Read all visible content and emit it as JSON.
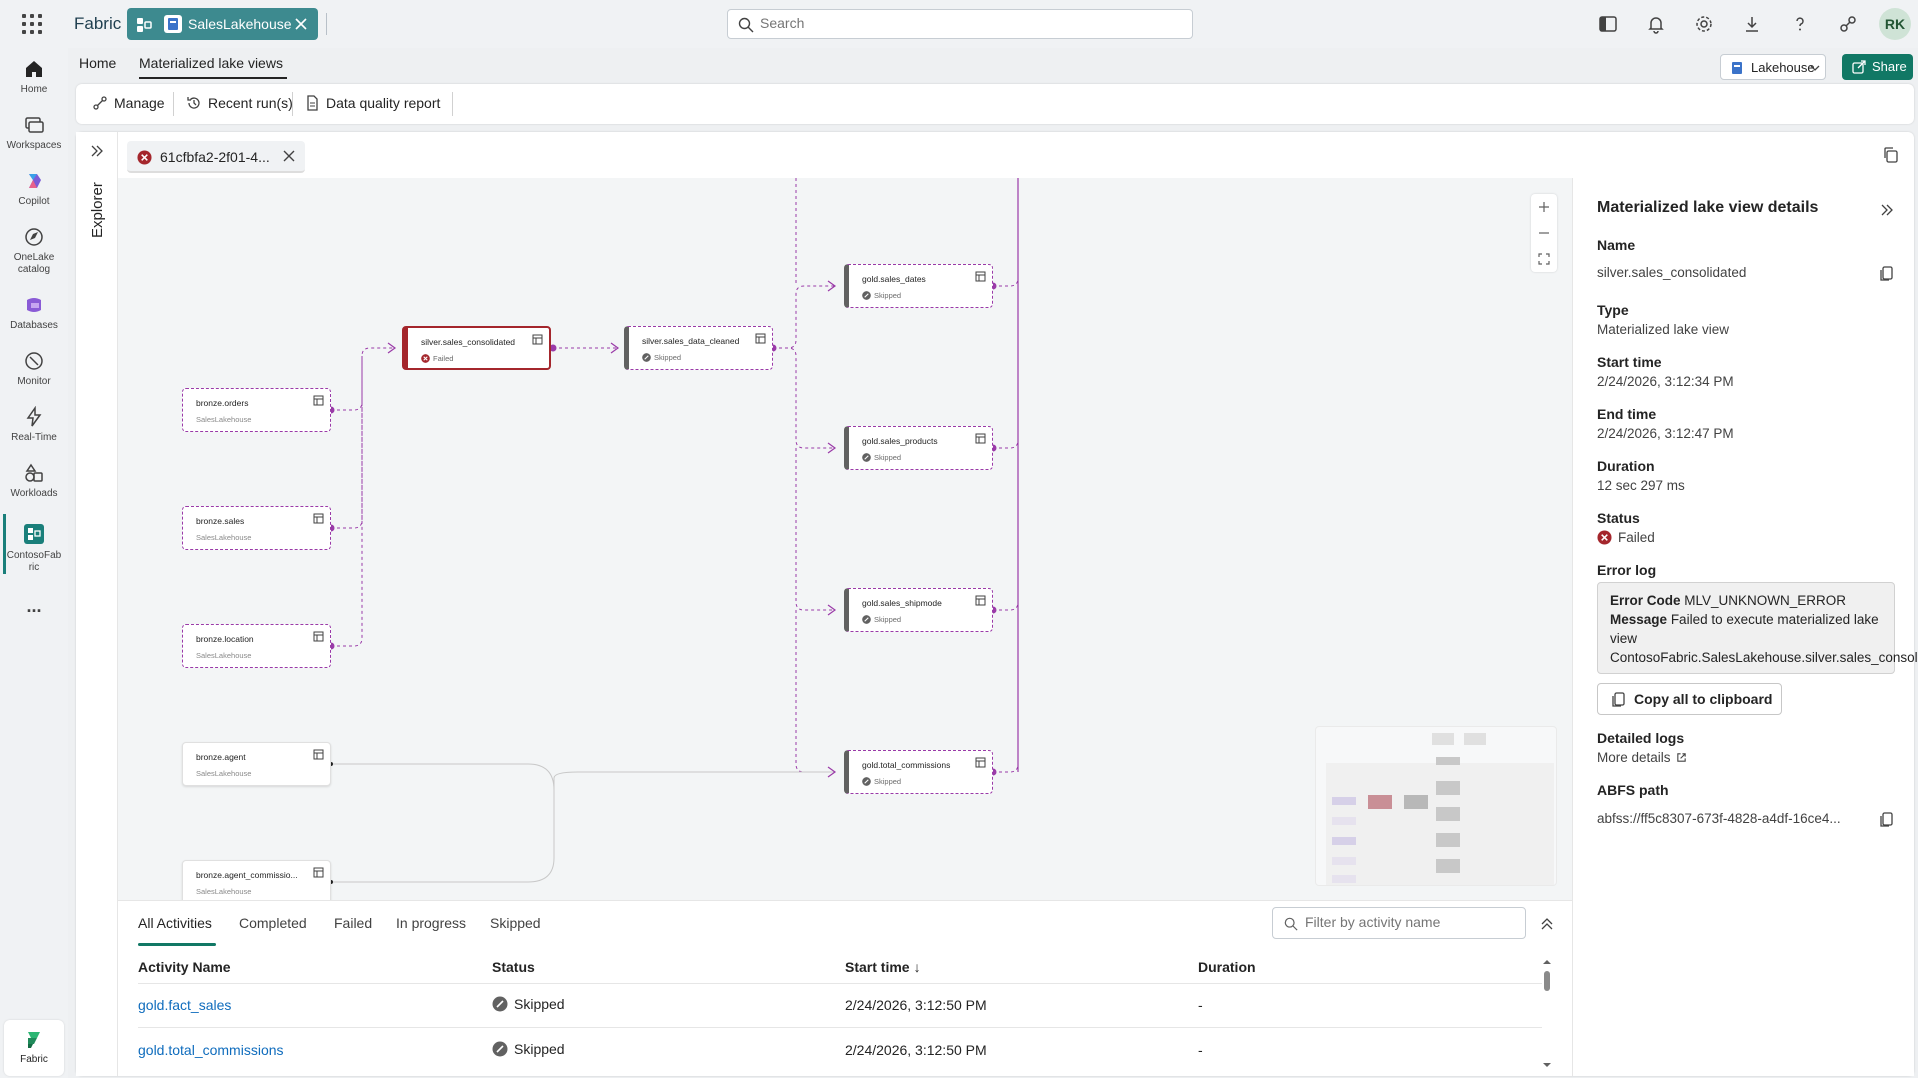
{
  "topbar": {
    "brand": "Fabric",
    "workspace_pill": "SalesLakehouse",
    "search_placeholder": "Search",
    "avatar_initials": "RK"
  },
  "rail": {
    "items": [
      {
        "label": "Home"
      },
      {
        "label": "Workspaces"
      },
      {
        "label": "Copilot"
      },
      {
        "label": "OneLake catalog"
      },
      {
        "label": "Databases"
      },
      {
        "label": "Monitor"
      },
      {
        "label": "Real-Time"
      },
      {
        "label": "Workloads"
      },
      {
        "label": "ContosoFabric"
      }
    ],
    "more": "...",
    "bottom_label": "Fabric"
  },
  "page_tabs": {
    "home": "Home",
    "mlv": "Materialized lake views"
  },
  "header_actions": {
    "lakehouse": "Lakehouse",
    "share": "Share"
  },
  "toolbar": {
    "manage": "Manage",
    "recent_runs": "Recent run(s)",
    "dq_report": "Data quality report"
  },
  "explorer_label": "Explorer",
  "run_tab_label": "61cfbfa2-2f01-4...",
  "graph": {
    "nodes": [
      {
        "id": "bronze_orders",
        "name": "bronze.orders",
        "sub": "SalesLakehouse"
      },
      {
        "id": "bronze_sales",
        "name": "bronze.sales",
        "sub": "SalesLakehouse"
      },
      {
        "id": "bronze_location",
        "name": "bronze.location",
        "sub": "SalesLakehouse"
      },
      {
        "id": "bronze_agent",
        "name": "bronze.agent",
        "sub": "SalesLakehouse"
      },
      {
        "id": "bronze_agent_comm",
        "name": "bronze.agent_commissio...",
        "sub": "SalesLakehouse"
      },
      {
        "id": "silver_consolidated",
        "name": "silver.sales_consolidated",
        "status": "Failed"
      },
      {
        "id": "silver_cleaned",
        "name": "silver.sales_data_cleaned",
        "status": "Skipped"
      },
      {
        "id": "gold_dates",
        "name": "gold.sales_dates",
        "status": "Skipped"
      },
      {
        "id": "gold_products",
        "name": "gold.sales_products",
        "status": "Skipped"
      },
      {
        "id": "gold_shipmode",
        "name": "gold.sales_shipmode",
        "status": "Skipped"
      },
      {
        "id": "gold_total_comm",
        "name": "gold.total_commissions",
        "status": "Skipped"
      }
    ]
  },
  "details": {
    "title": "Materialized lake view details",
    "name_label": "Name",
    "name_value": "silver.sales_consolidated",
    "type_label": "Type",
    "type_value": "Materialized lake view",
    "start_label": "Start time",
    "start_value": "2/24/2026, 3:12:34 PM",
    "end_label": "End time",
    "end_value": "2/24/2026, 3:12:47 PM",
    "duration_label": "Duration",
    "duration_value": "12 sec 297 ms",
    "status_label": "Status",
    "status_value": "Failed",
    "error_log_label": "Error log",
    "error_code_label": "Error Code",
    "error_code_value": "MLV_UNKNOWN_ERROR",
    "message_label": "Message",
    "message_value": "Failed to execute materialized lake view ContosoFabric.SalesLakehouse.silver.sales_consolidated.",
    "copy_all": "Copy all to clipboard",
    "detailed_logs_label": "Detailed logs",
    "more_details": "More details",
    "abfs_label": "ABFS path",
    "abfs_value": "abfss://ff5c8307-673f-4828-a4df-16ce4..."
  },
  "activities": {
    "tabs": [
      "All Activities",
      "Completed",
      "Failed",
      "In progress",
      "Skipped"
    ],
    "filter_placeholder": "Filter by activity name",
    "columns": [
      "Activity Name",
      "Status",
      "Start time",
      "Duration"
    ],
    "sort_arrow": "↓",
    "rows": [
      {
        "name": "gold.fact_sales",
        "status": "Skipped",
        "start": "2/24/2026, 3:12:50 PM",
        "duration": "-"
      },
      {
        "name": "gold.total_commissions",
        "status": "Skipped",
        "start": "2/24/2026, 3:12:50 PM",
        "duration": "-"
      }
    ]
  },
  "colors": {
    "accent": "#117865",
    "pill": "#3d8a8f",
    "lineage": "#9a3aa8",
    "failed": "#a4262c",
    "link": "#0f6cbd"
  }
}
